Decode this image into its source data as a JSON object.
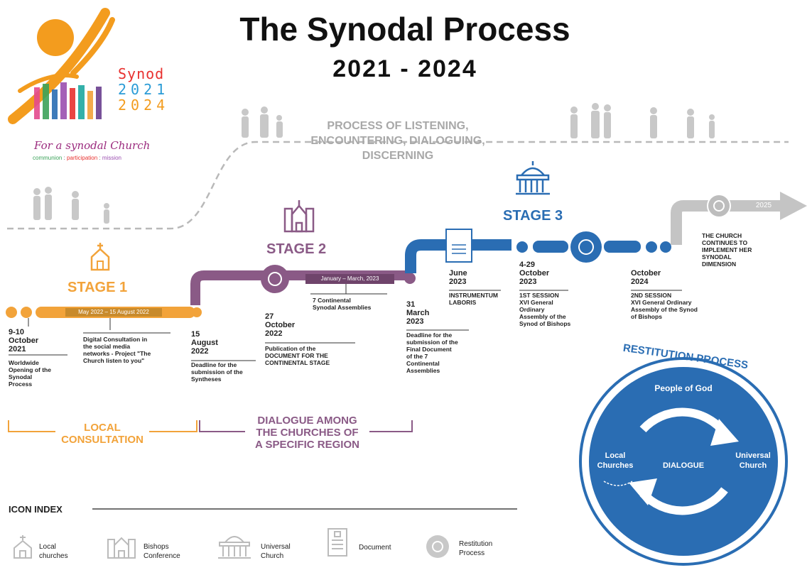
{
  "header": {
    "title": "The Synodal Process",
    "years": "2021 - 2024"
  },
  "logo": {
    "word": "Synod",
    "year1": "2021",
    "year2": "2024",
    "tagline": "For a synodal Church",
    "subtagline_1": "communion",
    "subtagline_2": "participation",
    "subtagline_3": "mission"
  },
  "listening": {
    "line1": "PROCESS OF LISTENING,",
    "line2": "ENCOUNTERING, DIALOGUING,",
    "line3": "DISCERNING"
  },
  "stages": {
    "stage1": "STAGE 1",
    "stage2": "STAGE 2",
    "stage3": "STAGE 3"
  },
  "bars": {
    "stage1_range": "May 2022 – 15 August 2022",
    "stage2_range": "January – March, 2023"
  },
  "events": {
    "e1": {
      "date_1": "9-10",
      "date_2": "October",
      "date_3": "2021",
      "desc_1": "Worldwide",
      "desc_2": "Opening of the",
      "desc_3": "Synodal",
      "desc_4": "Process"
    },
    "e2": {
      "desc_1": "Digital Consultation in",
      "desc_2": "the social media",
      "desc_3": "networks - Project \"The",
      "desc_4": "Church listen to you\""
    },
    "e3": {
      "date_1": "15",
      "date_2": "August",
      "date_3": "2022",
      "desc_1": "Deadline for the",
      "desc_2": "submission of the",
      "desc_3": "Syntheses"
    },
    "e4": {
      "date_1": "27",
      "date_2": "October",
      "date_3": "2022",
      "desc_1": "Publication of the",
      "desc_2": "DOCUMENT FOR THE",
      "desc_3": "CONTINENTAL STAGE"
    },
    "e5": {
      "desc_1": "7 Continental",
      "desc_2": "Synodal Assemblies"
    },
    "e6": {
      "date_1": "31",
      "date_2": "March",
      "date_3": "2023",
      "desc_1": "Deadline for the",
      "desc_2": "submission of the",
      "desc_3": "Final Document",
      "desc_4": "of the 7",
      "desc_5": "Continental",
      "desc_6": "Assemblies"
    },
    "e7": {
      "date_1": "June",
      "date_2": "2023",
      "desc_1": "INSTRUMENTUM",
      "desc_2": "LABORIS"
    },
    "e8": {
      "date_1": "4-29",
      "date_2": "October",
      "date_3": "2023",
      "desc_1": "1ST SESSION",
      "desc_2": "XVI General",
      "desc_3": "Ordinary",
      "desc_4": "Assembly of the",
      "desc_5": "Synod of Bishops"
    },
    "e9": {
      "date_1": "October",
      "date_2": "2024",
      "desc_1": "2ND SESSION",
      "desc_2": "XVI General Ordinary",
      "desc_3": "Assembly of the Synod",
      "desc_4": "of Bishops"
    },
    "e10": {
      "desc_1": "THE CHURCH",
      "desc_2": "CONTINUES TO",
      "desc_3": "IMPLEMENT HER",
      "desc_4": "SYNODAL",
      "desc_5": "DIMENSION"
    }
  },
  "arrow_label": "2025",
  "regions": {
    "local_1": "LOCAL",
    "local_2": "CONSULTATION",
    "dialogue_1": "DIALOGUE AMONG",
    "dialogue_2": "THE CHURCHES OF",
    "dialogue_3": "A SPECIFIC REGION"
  },
  "restitution": {
    "title": "RESTITUTION PROCESS",
    "top": "People of God",
    "left_1": "Local",
    "left_2": "Churches",
    "center": "DIALOGUE",
    "right_1": "Universal",
    "right_2": "Church"
  },
  "icon_index": {
    "title": "ICON INDEX",
    "items": [
      {
        "l1": "Local",
        "l2": "churches"
      },
      {
        "l1": "Bishops",
        "l2": "Conference"
      },
      {
        "l1": "Universal",
        "l2": "Church"
      },
      {
        "l1": "Document",
        "l2": ""
      },
      {
        "l1": "Restitution",
        "l2": "Process"
      }
    ]
  },
  "colors": {
    "stage1": "#f2a33a",
    "stage2": "#8a5a86",
    "stage3": "#2a6db3",
    "gray": "#bdbdbd"
  }
}
